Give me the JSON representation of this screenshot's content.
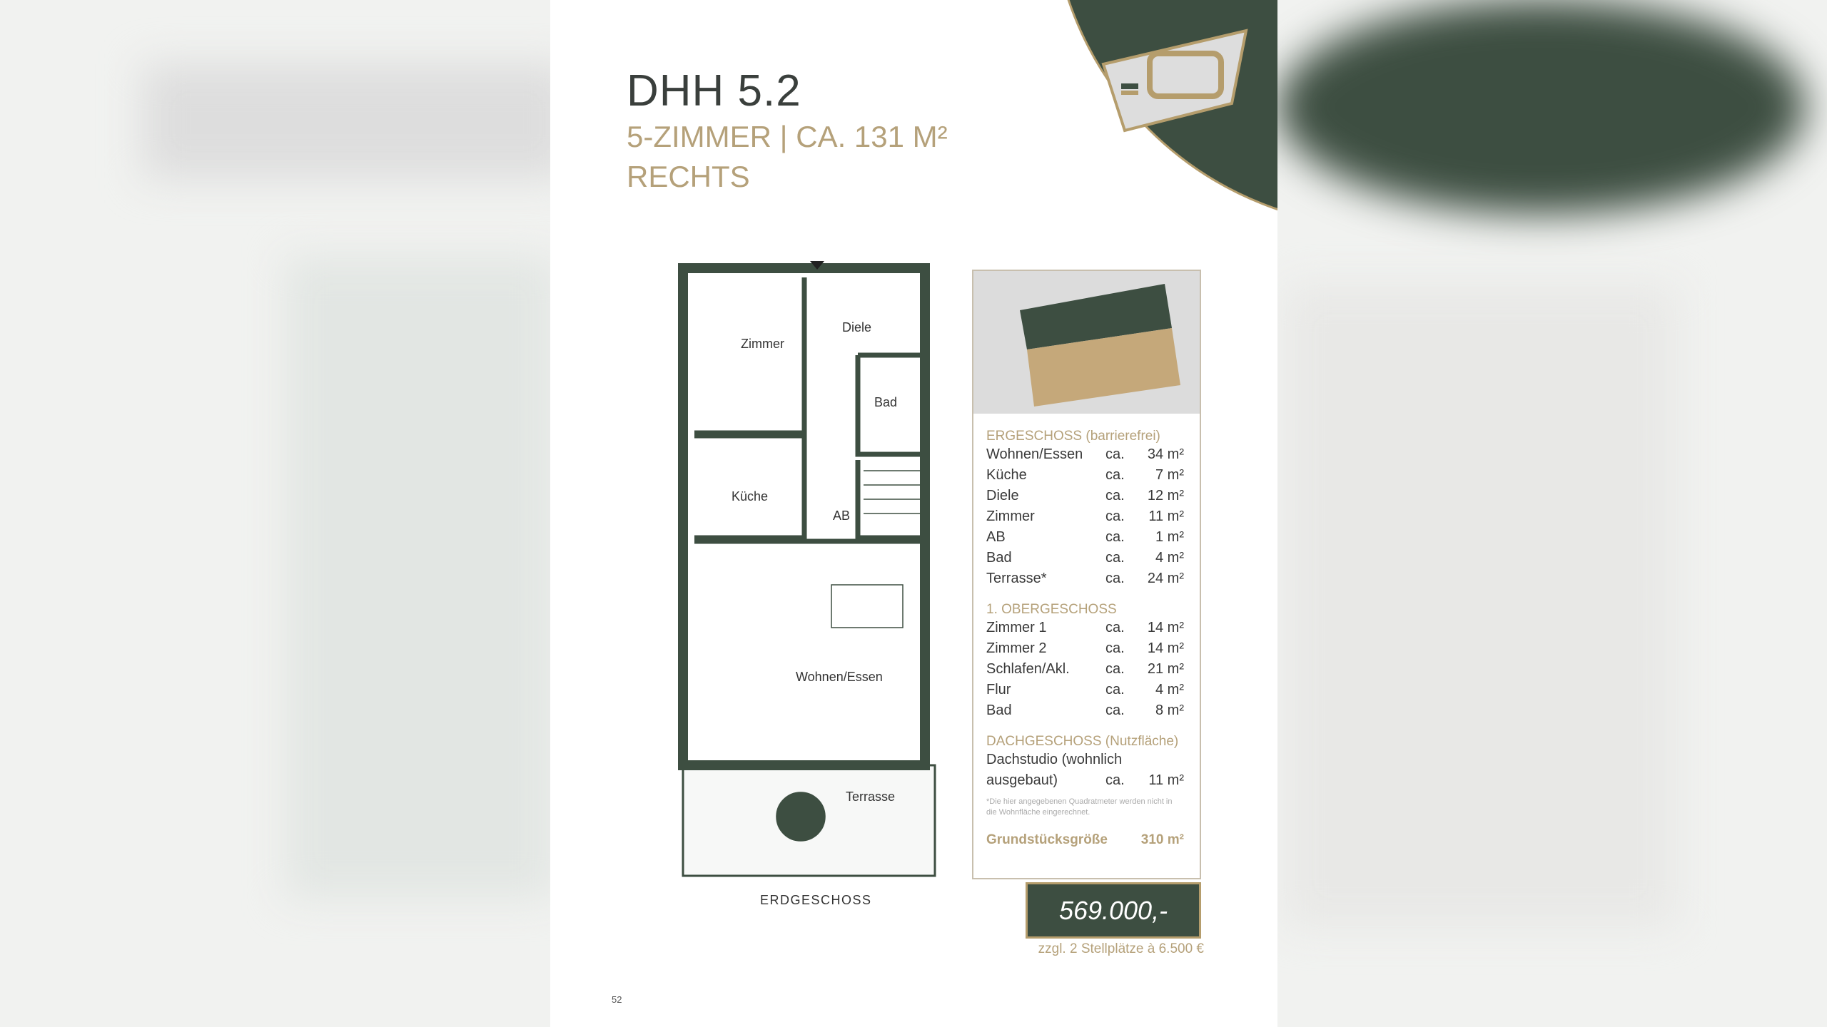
{
  "header": {
    "title": "DHH 5.2",
    "subtitle": "5-ZIMMER | CA. 131 M²",
    "side": "RECHTS"
  },
  "plan": {
    "rooms": [
      "Zimmer",
      "Diele",
      "Bad",
      "Küche",
      "AB",
      "Wohnen/Essen",
      "Terrasse"
    ],
    "floor_label": "ERDGESCHOSS"
  },
  "areas": {
    "eg_title": "ERGESCHOSS (barrierefrei)",
    "eg": [
      [
        "Wohnen/Essen",
        "ca.",
        "34 m²"
      ],
      [
        "Küche",
        "ca.",
        "7 m²"
      ],
      [
        "Diele",
        "ca.",
        "12 m²"
      ],
      [
        "Zimmer",
        "ca.",
        "11 m²"
      ],
      [
        "AB",
        "ca.",
        "1 m²"
      ],
      [
        "Bad",
        "ca.",
        "4 m²"
      ],
      [
        "Terrasse*",
        "ca.",
        "24 m²"
      ]
    ],
    "og_title": "1. OBERGESCHOSS",
    "og": [
      [
        "Zimmer 1",
        "ca.",
        "14 m²"
      ],
      [
        "Zimmer 2",
        "ca.",
        "14 m²"
      ],
      [
        "Schlafen/Akl.",
        "ca.",
        "21 m²"
      ],
      [
        "Flur",
        "ca.",
        "4 m²"
      ],
      [
        "Bad",
        "ca.",
        "8 m²"
      ]
    ],
    "dg_title": "DACHGESCHOSS (Nutzfläche)",
    "dg_label_1": "Dachstudio (wohnlich",
    "dg_label_2": "ausgebaut)",
    "dg_ca": "ca.",
    "dg_value": "11 m²",
    "note": "*Die hier angegebenen Quadratmeter werden nicht in die Wohnfläche eingerechnet.",
    "plot_label": "Grundstücksgröße",
    "plot_value": "310 m²"
  },
  "price": "569.000,-",
  "price_extra": "zzgl. 2 Stellplätze à 6.500 €",
  "page_number": "52",
  "colors": {
    "green": "#3d4e41",
    "gold": "#b5a17a"
  }
}
